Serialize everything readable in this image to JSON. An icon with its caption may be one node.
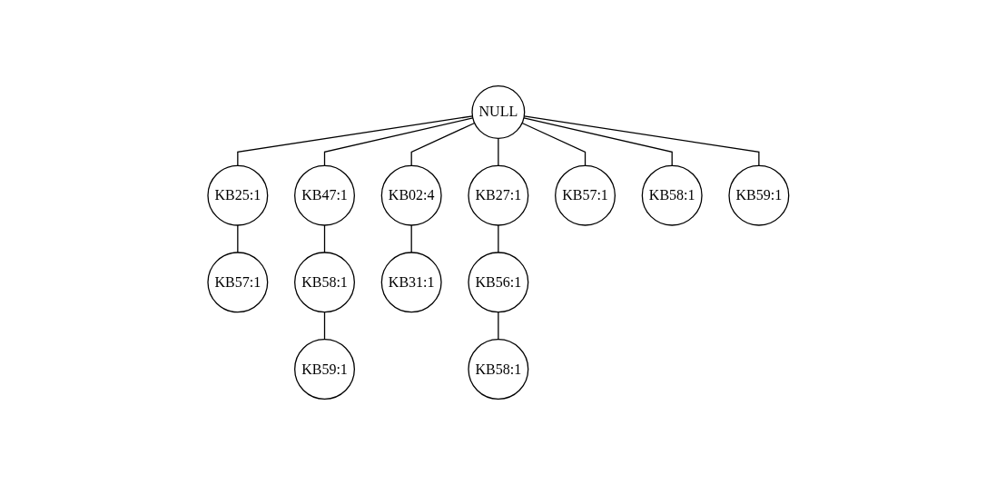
{
  "diagram": {
    "nodes": [
      {
        "text": [
          "NULL"
        ]
      },
      {
        "text": [
          "KB25:1"
        ]
      },
      {
        "text": [
          "KB47:1"
        ]
      },
      {
        "text": [
          "KB02:4"
        ]
      },
      {
        "text": [
          "KB27:1"
        ]
      },
      {
        "text": [
          "KB57:1"
        ]
      },
      {
        "text": [
          "KB58:1"
        ]
      },
      {
        "text": [
          "KB59:1"
        ]
      },
      {
        "text": [
          "KB57:1"
        ]
      },
      {
        "text": [
          "KB58:1"
        ]
      },
      {
        "text": [
          "KB59:1"
        ]
      },
      {
        "text": [
          "KB31:1"
        ]
      },
      {
        "text": [
          "KB56:1"
        ]
      },
      {
        "text": [
          "KB58:1"
        ]
      }
    ],
    "edges": [
      {
        "from": 0,
        "to": 1,
        "arrow": "none"
      },
      {
        "from": 0,
        "to": 2,
        "arrow": "none"
      },
      {
        "from": 0,
        "to": 3,
        "arrow": "none"
      },
      {
        "from": 0,
        "to": 4,
        "arrow": "none"
      },
      {
        "from": 0,
        "to": 5,
        "arrow": "none"
      },
      {
        "from": 0,
        "to": 6,
        "arrow": "none"
      },
      {
        "from": 0,
        "to": 7,
        "arrow": "none"
      },
      {
        "from": 1,
        "to": 8,
        "arrow": "none"
      },
      {
        "from": 2,
        "to": 9,
        "arrow": "none"
      },
      {
        "from": 9,
        "to": 10,
        "arrow": "none"
      },
      {
        "from": 3,
        "to": 11,
        "arrow": "none"
      },
      {
        "from": 4,
        "to": 12,
        "arrow": "none"
      },
      {
        "from": 12,
        "to": 13,
        "arrow": "none"
      }
    ]
  }
}
